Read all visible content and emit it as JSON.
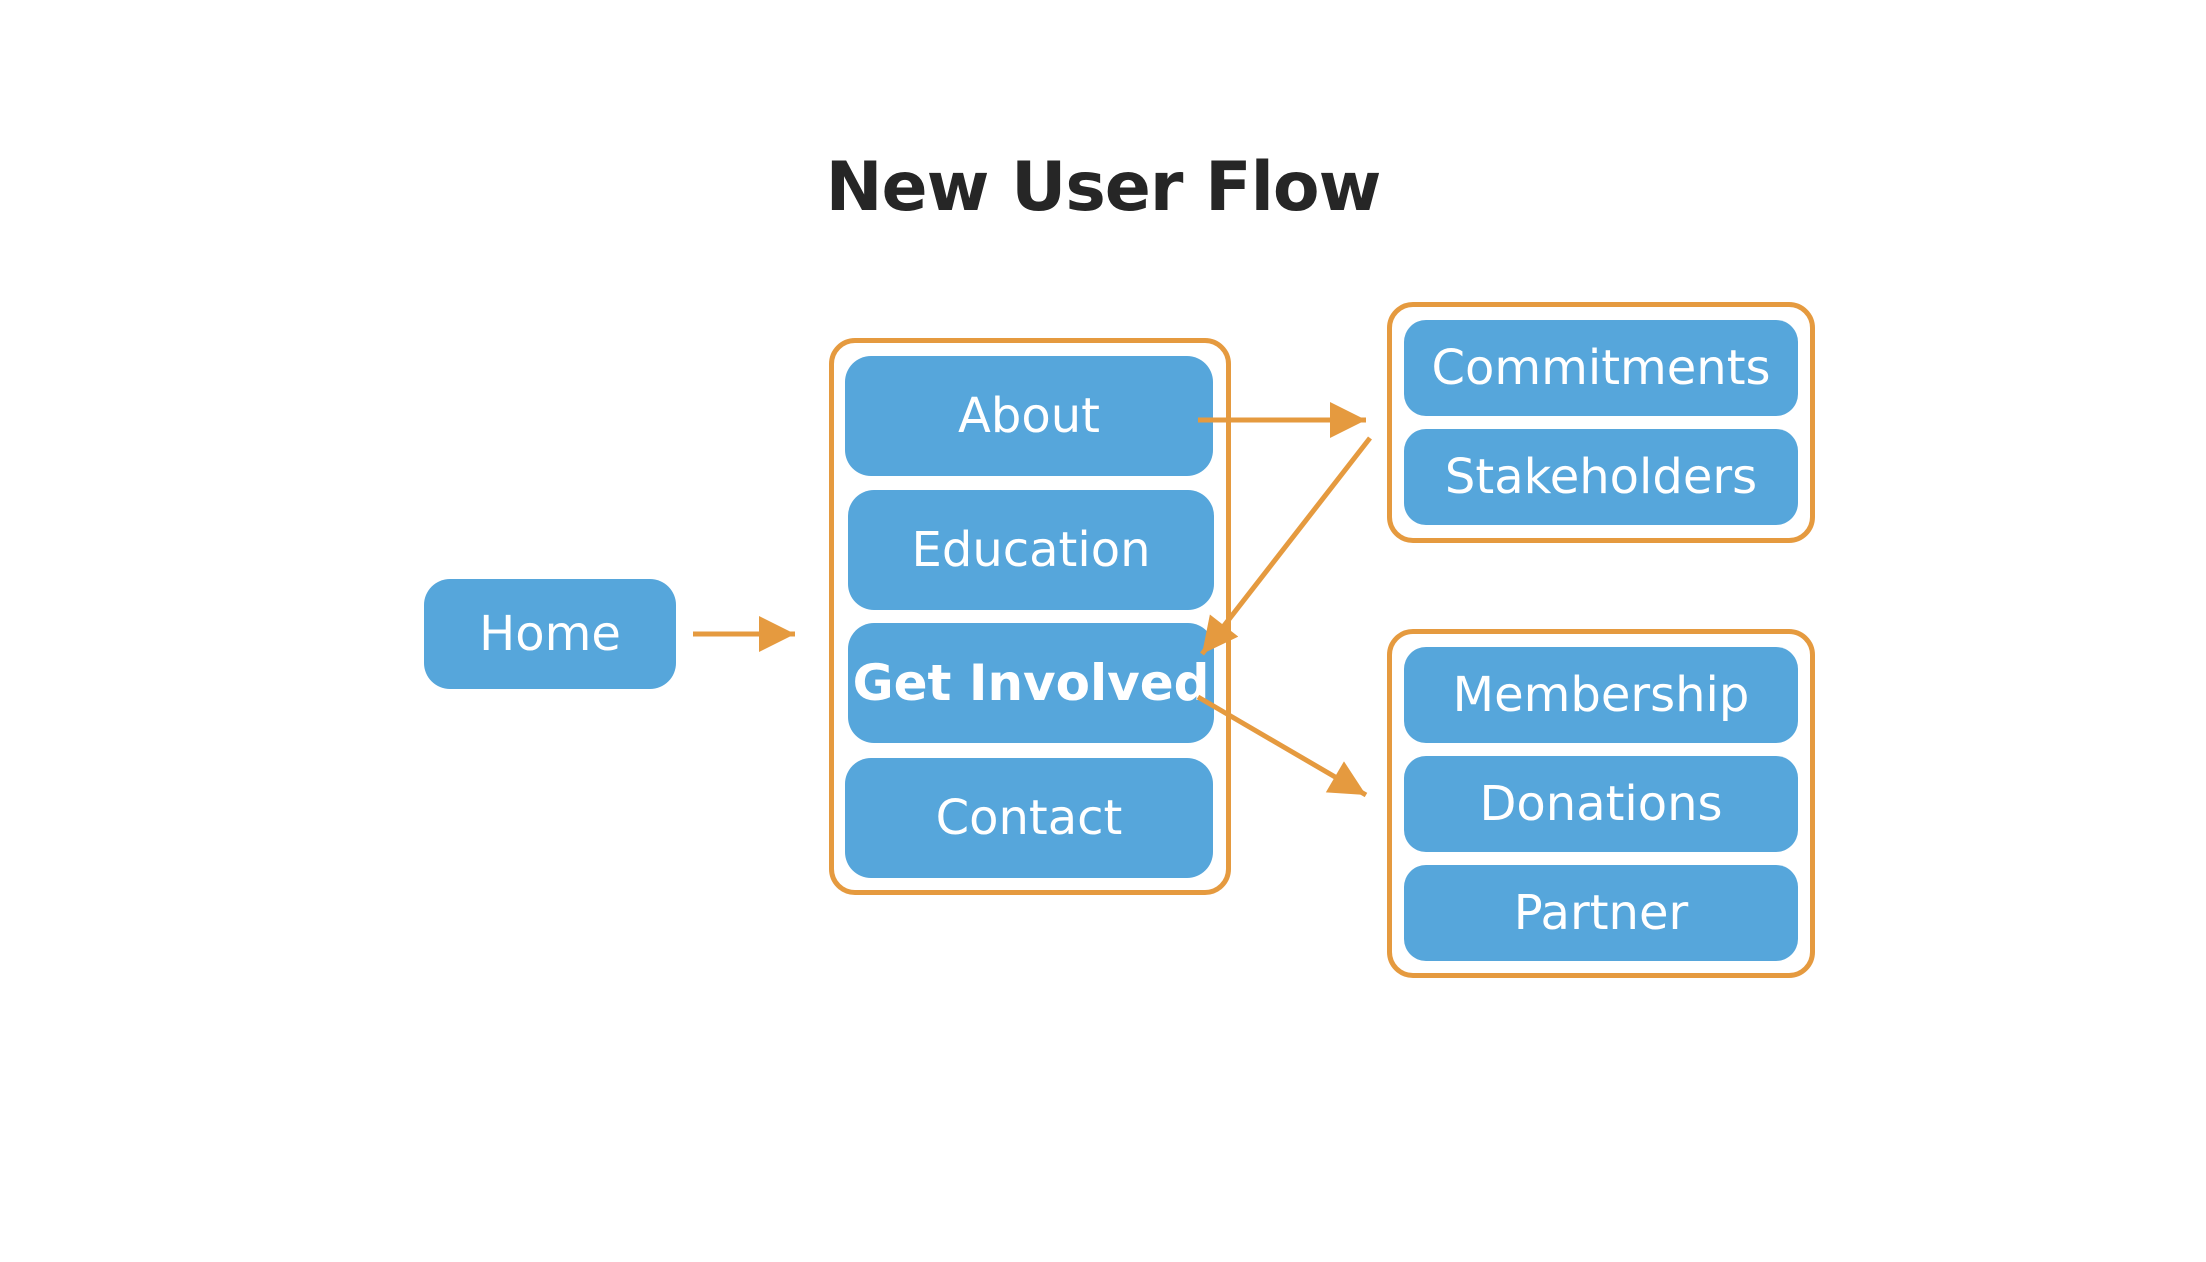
{
  "title": "New User Flow",
  "nodes": {
    "home": "Home",
    "about": "About",
    "education": "Education",
    "get_involved": "Get Involved",
    "contact": "Contact",
    "commitments": "Commitments",
    "stakeholders": "Stakeholders",
    "membership": "Membership",
    "donations": "Donations",
    "partner": "Partner"
  },
  "colors": {
    "node_fill": "#56A6DB",
    "group_border": "#E59A3F",
    "arrow": "#E59A3F",
    "title": "#262626"
  }
}
